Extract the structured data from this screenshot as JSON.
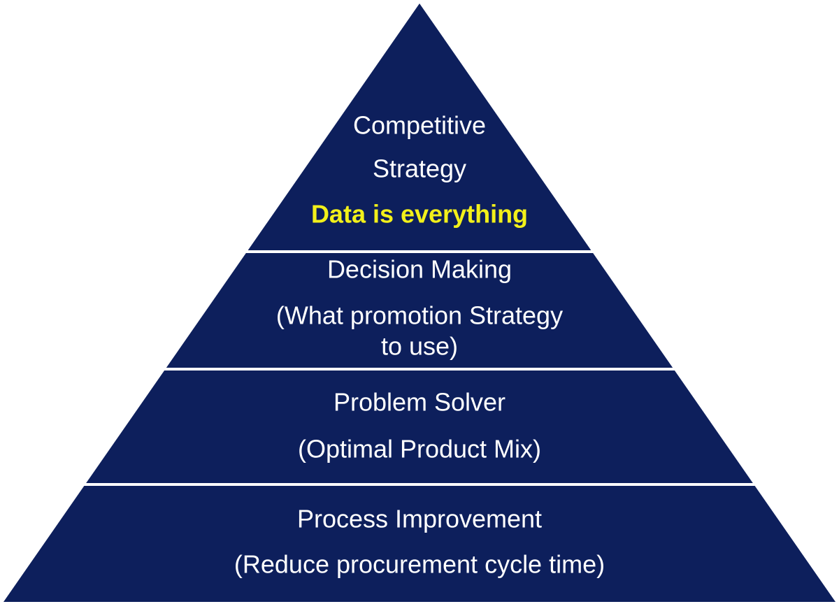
{
  "pyramid": {
    "colors": {
      "fill": "#0d1f5c",
      "divider": "#ffffff",
      "text": "#ffffff",
      "highlight": "#f2f01a"
    },
    "tiers": [
      {
        "name": "competitive-strategy",
        "lines": [
          "Competitive",
          "Strategy"
        ],
        "highlight": "Data is everything"
      },
      {
        "name": "decision-making",
        "lines": [
          "Decision Making",
          "(What promotion Strategy",
          "to use)"
        ]
      },
      {
        "name": "problem-solver",
        "lines": [
          "Problem Solver",
          "(Optimal Product Mix)"
        ]
      },
      {
        "name": "process-improvement",
        "lines": [
          "Process Improvement",
          "(Reduce procurement cycle time)"
        ]
      }
    ]
  }
}
